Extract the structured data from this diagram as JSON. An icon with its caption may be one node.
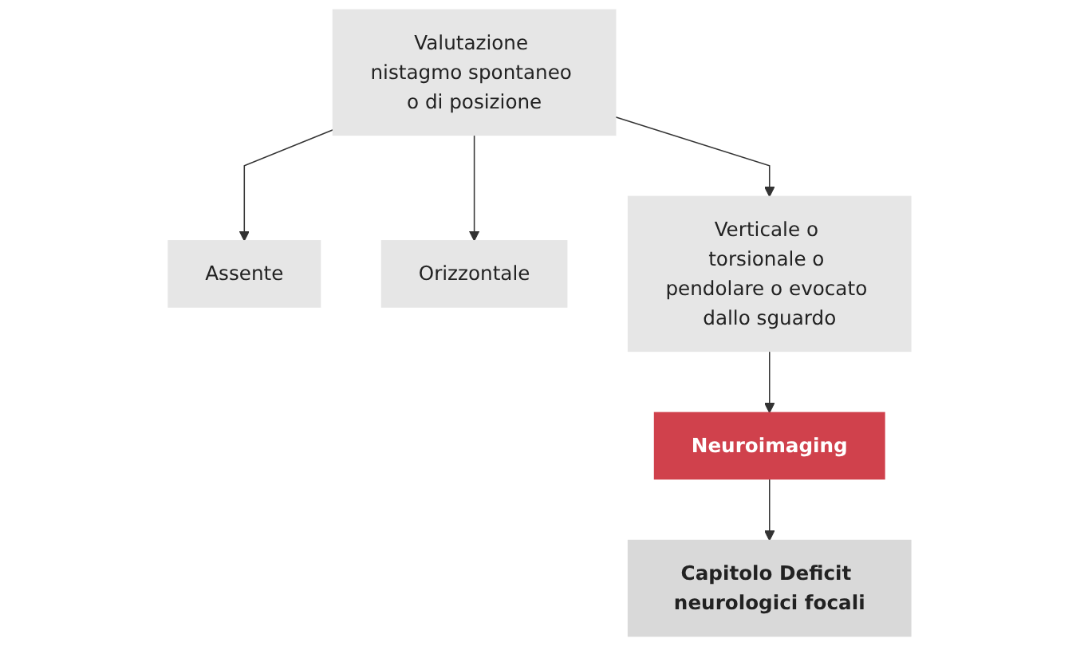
{
  "diagram": {
    "nodes": [
      {
        "text": [
          "Valutazione nistagmo spontaneo o di posizione"
        ]
      },
      {
        "text": [
          "Assente"
        ]
      },
      {
        "text": [
          "Orizzontale"
        ]
      },
      {
        "text": [
          "Verticale o torsionale o pendolare o evocato dallo sguardo"
        ]
      },
      {
        "text": [
          "Neuroimaging"
        ]
      },
      {
        "text": [
          "Capitolo Deficit neurologici focali"
        ]
      }
    ],
    "edges": [
      {
        "from": 0,
        "to": 1,
        "arrow": "to"
      },
      {
        "from": 0,
        "to": 2,
        "arrow": "to"
      },
      {
        "from": 0,
        "to": 3,
        "arrow": "to"
      },
      {
        "from": 3,
        "to": 4,
        "arrow": "to"
      },
      {
        "from": 4,
        "to": 5,
        "arrow": "to"
      }
    ]
  }
}
